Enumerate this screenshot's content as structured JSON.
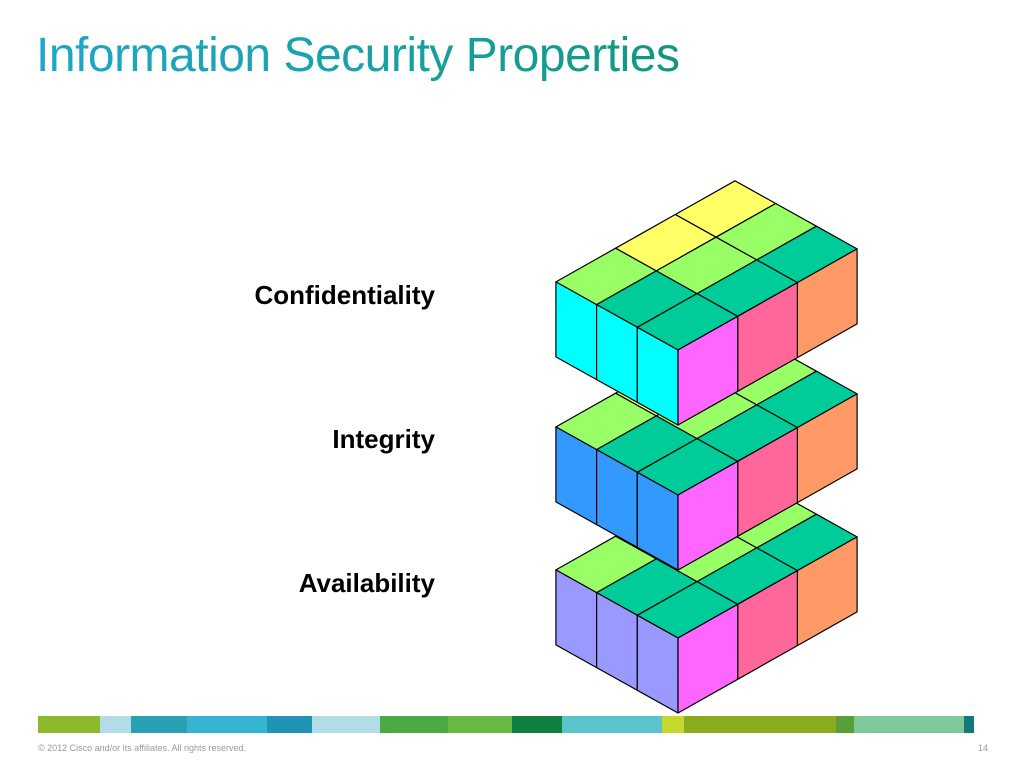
{
  "slide": {
    "title": "Information Security Properties",
    "copyright": "© 2012 Cisco and/or its affiliates. All rights reserved.",
    "page_number": "14"
  },
  "layers": [
    {
      "label": "Confidentiality",
      "front_left_color": "#00ffff"
    },
    {
      "label": "Integrity",
      "front_left_color": "#3399ff"
    },
    {
      "label": "Availability",
      "front_left_color": "#9999ff"
    }
  ],
  "cube_colors": {
    "top": [
      [
        "#00cc99",
        "#00cc99",
        "#00cc99"
      ],
      [
        "#00cc99",
        "#99ff66",
        "#99ff66"
      ],
      [
        "#99ff66",
        "#ffff66",
        "#ffff66"
      ]
    ],
    "front_right": [
      "#ff66ff",
      "#ff6699",
      "#ff9966"
    ],
    "outline": "#000000"
  },
  "footer_bar_colors": [
    "#8db92e",
    "#b3dde6",
    "#2aa1b3",
    "#35b5cf",
    "#1f94b3",
    "#b3dde6",
    "#4da942",
    "#6ab944",
    "#108040",
    "#5bc3cc",
    "#c5d82e",
    "#8aab1e",
    "#5a9e3a",
    "#7ec89a",
    "#117a7a"
  ]
}
